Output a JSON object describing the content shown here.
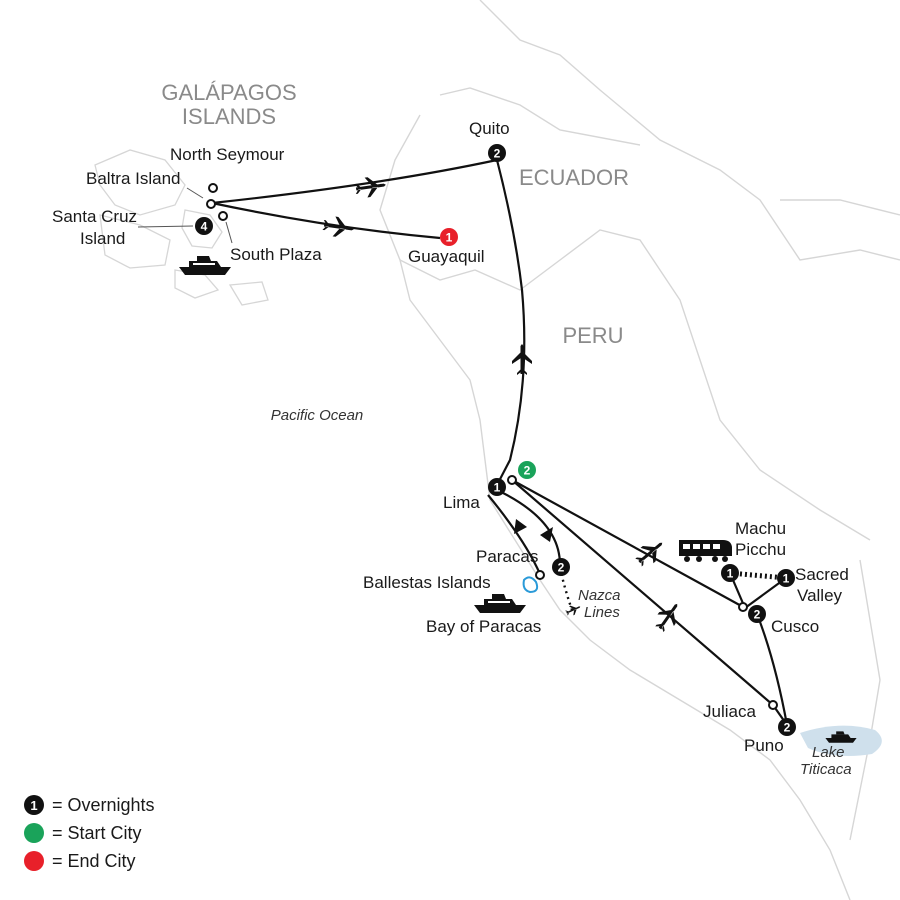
{
  "regions": {
    "galapagos_line1": "GALÁPAGOS",
    "galapagos_line2": "ISLANDS",
    "ecuador": "ECUADOR",
    "peru": "PERU"
  },
  "water": {
    "pacific": "Pacific Ocean",
    "nazca_line1": "Nazca",
    "nazca_line2": "Lines",
    "titicaca_line1": "Lake",
    "titicaca_line2": "Titicaca"
  },
  "places": {
    "north_seymour": "North Seymour",
    "baltra": "Baltra Island",
    "santa_cruz_line1": "Santa Cruz",
    "santa_cruz_line2": "Island",
    "south_plaza": "South Plaza",
    "quito": "Quito",
    "guayaquil": "Guayaquil",
    "lima": "Lima",
    "paracas": "Paracas",
    "ballestas": "Ballestas Islands",
    "bay_of_paracas": "Bay of Paracas",
    "machu_line1": "Machu",
    "machu_line2": "Picchu",
    "sacred_line1": "Sacred",
    "sacred_line2": "Valley",
    "cusco": "Cusco",
    "juliaca": "Juliaca",
    "puno": "Puno"
  },
  "overnights": {
    "santa_cruz": "4",
    "quito": "2",
    "guayaquil": "1",
    "lima": "1",
    "lima_start": "2",
    "paracas": "2",
    "machu_picchu": "1",
    "sacred_valley": "1",
    "cusco": "2",
    "puno": "2"
  },
  "legend": {
    "overnights_icon": "1",
    "overnights_label": "= Overnights",
    "start_label": "= Start City",
    "end_label": "= End City"
  },
  "colors": {
    "overnight": "#111111",
    "start": "#1aa35a",
    "end": "#e8202a",
    "lake": "#cfe0ec",
    "lagoon": "#2a9ad8"
  }
}
